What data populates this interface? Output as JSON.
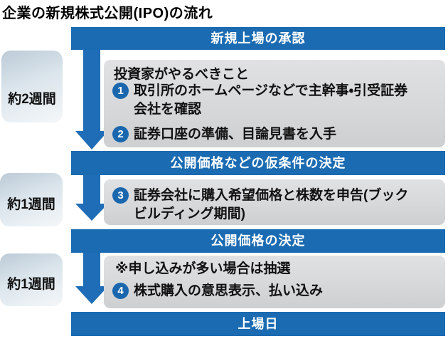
{
  "title": "企業の新規株式公開(IPO)の流れ",
  "durations": [
    {
      "label": "約2週間"
    },
    {
      "label": "約1週間"
    },
    {
      "label": "約1週間"
    }
  ],
  "stages": [
    {
      "header": "新規上場の承認"
    },
    {
      "header": "公開価格などの仮条件の決定"
    },
    {
      "header": "公開価格の決定"
    },
    {
      "header": "上場日"
    }
  ],
  "boxes": [
    {
      "heading": "投資家がやるべきこと",
      "items": [
        {
          "num": "1",
          "text": "取引所のホームページなどで主幹事・引受証券\n会社を確認"
        },
        {
          "num": "2",
          "text": "証券口座の準備、目論見書を入手"
        }
      ]
    },
    {
      "items": [
        {
          "num": "3",
          "text": "証券会社に購入希望価格と株数を申告(ブック\nビルディング期間)"
        }
      ]
    },
    {
      "note": "※申し込みが多い場合は抽選",
      "items": [
        {
          "num": "4",
          "text": "株式購入の意思表示、払い込み"
        }
      ]
    }
  ],
  "colors": {
    "bar_blue": "#1b6bb2",
    "arrow_blue": "#1f6db6",
    "circle_blue": "#1a67ae",
    "box_gray_top": "#e0e1e3",
    "box_gray_bottom": "#cdcfd1",
    "label_blue_top": "#bccbd7",
    "label_blue_bottom": "#f4f7f9",
    "text_black": "#111111"
  }
}
